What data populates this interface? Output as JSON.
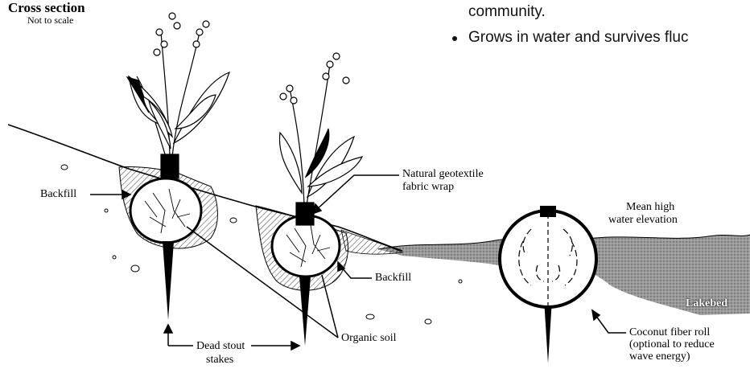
{
  "header": {
    "title": "Cross section",
    "subtitle": "Not to scale"
  },
  "bullets": {
    "line1": "community.",
    "line2": "Grows in water and survives fluc"
  },
  "labels": {
    "backfill_left": "Backfill",
    "geotextile_line1": "Natural geotextile",
    "geotextile_line2": "fabric wrap",
    "mean_high_line1": "Mean high",
    "mean_high_line2": "water elevation",
    "backfill_right": "Backfill",
    "lakebed": "Lakebed",
    "dead_stout_line1": "Dead stout",
    "dead_stout_line2": "stakes",
    "organic_soil": "Organic soil",
    "coconut_line1": "Coconut fiber roll",
    "coconut_line2": "(optional to reduce",
    "coconut_line3": "wave energy)"
  },
  "colors": {
    "ink": "#000000",
    "water": "#8a8a8a",
    "background": "#ffffff"
  }
}
